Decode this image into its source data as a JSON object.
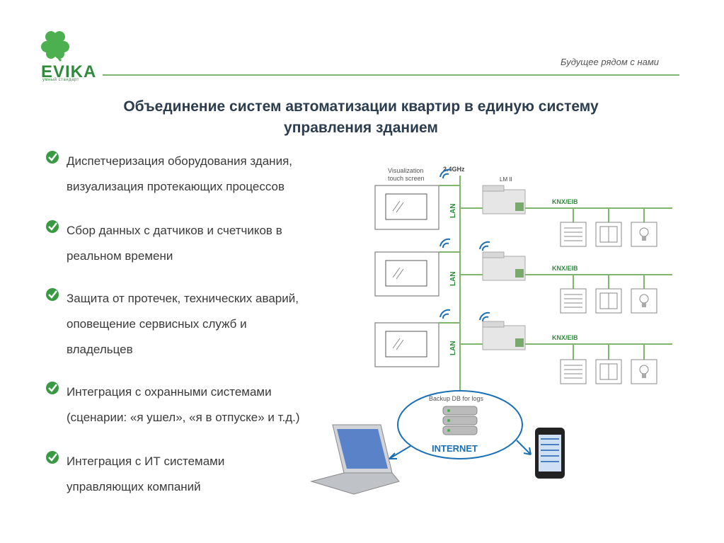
{
  "brand": {
    "name": "EVIKA",
    "subtitle": "умный стандарт",
    "tagline": "Будущее рядом с нами",
    "accent_color": "#2f8a3c"
  },
  "title": {
    "line1": "Объединение систем автоматизации квартир в единую систему",
    "line2": "управления зданием"
  },
  "bullets": [
    {
      "icon": "check-icon",
      "lines": [
        "Диспетчеризация оборудования здания,",
        "визуализация протекающих процессов"
      ]
    },
    {
      "icon": "check-icon",
      "lines": [
        " Сбор данных с датчиков и счетчиков в",
        "реальном времени"
      ]
    },
    {
      "icon": "check-icon",
      "lines": [
        " Защита от протечек, технических аварий,",
        "оповещение сервисных служб и",
        "владельцев"
      ]
    },
    {
      "icon": "check-icon",
      "lines": [
        "Интеграция с охранными системами",
        "(сценарии: «я ушел», «я в отпуске» и т.д.)"
      ]
    },
    {
      "icon": "check-icon",
      "lines": [
        "Интеграция с ИТ системами",
        "управляющих компаний"
      ]
    }
  ],
  "diagram": {
    "screen_label_1": "Visualization",
    "screen_label_2": "touch screen",
    "wifi_label": "2.4GHz",
    "controller_label": "LM II",
    "lan_label": "LAN",
    "bus_label": "KNX/EIB",
    "backup_label": "Backup DB for logs",
    "internet_label": "INTERNET",
    "devices": [
      "blinds-icon",
      "window-icon",
      "bulb-icon"
    ]
  }
}
